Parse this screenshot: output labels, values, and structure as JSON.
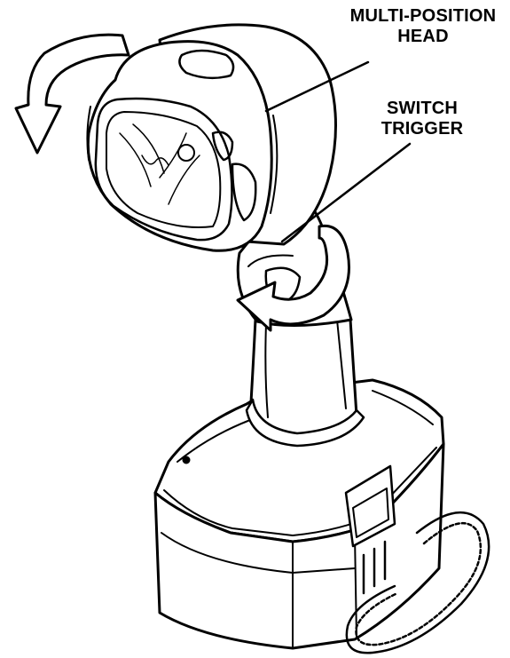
{
  "labels": {
    "head": [
      "MULTI-POSITION",
      "HEAD"
    ],
    "trigger": [
      "SWITCH",
      "TRIGGER"
    ]
  },
  "colors": {
    "ink": "#000000",
    "paper": "#ffffff"
  }
}
